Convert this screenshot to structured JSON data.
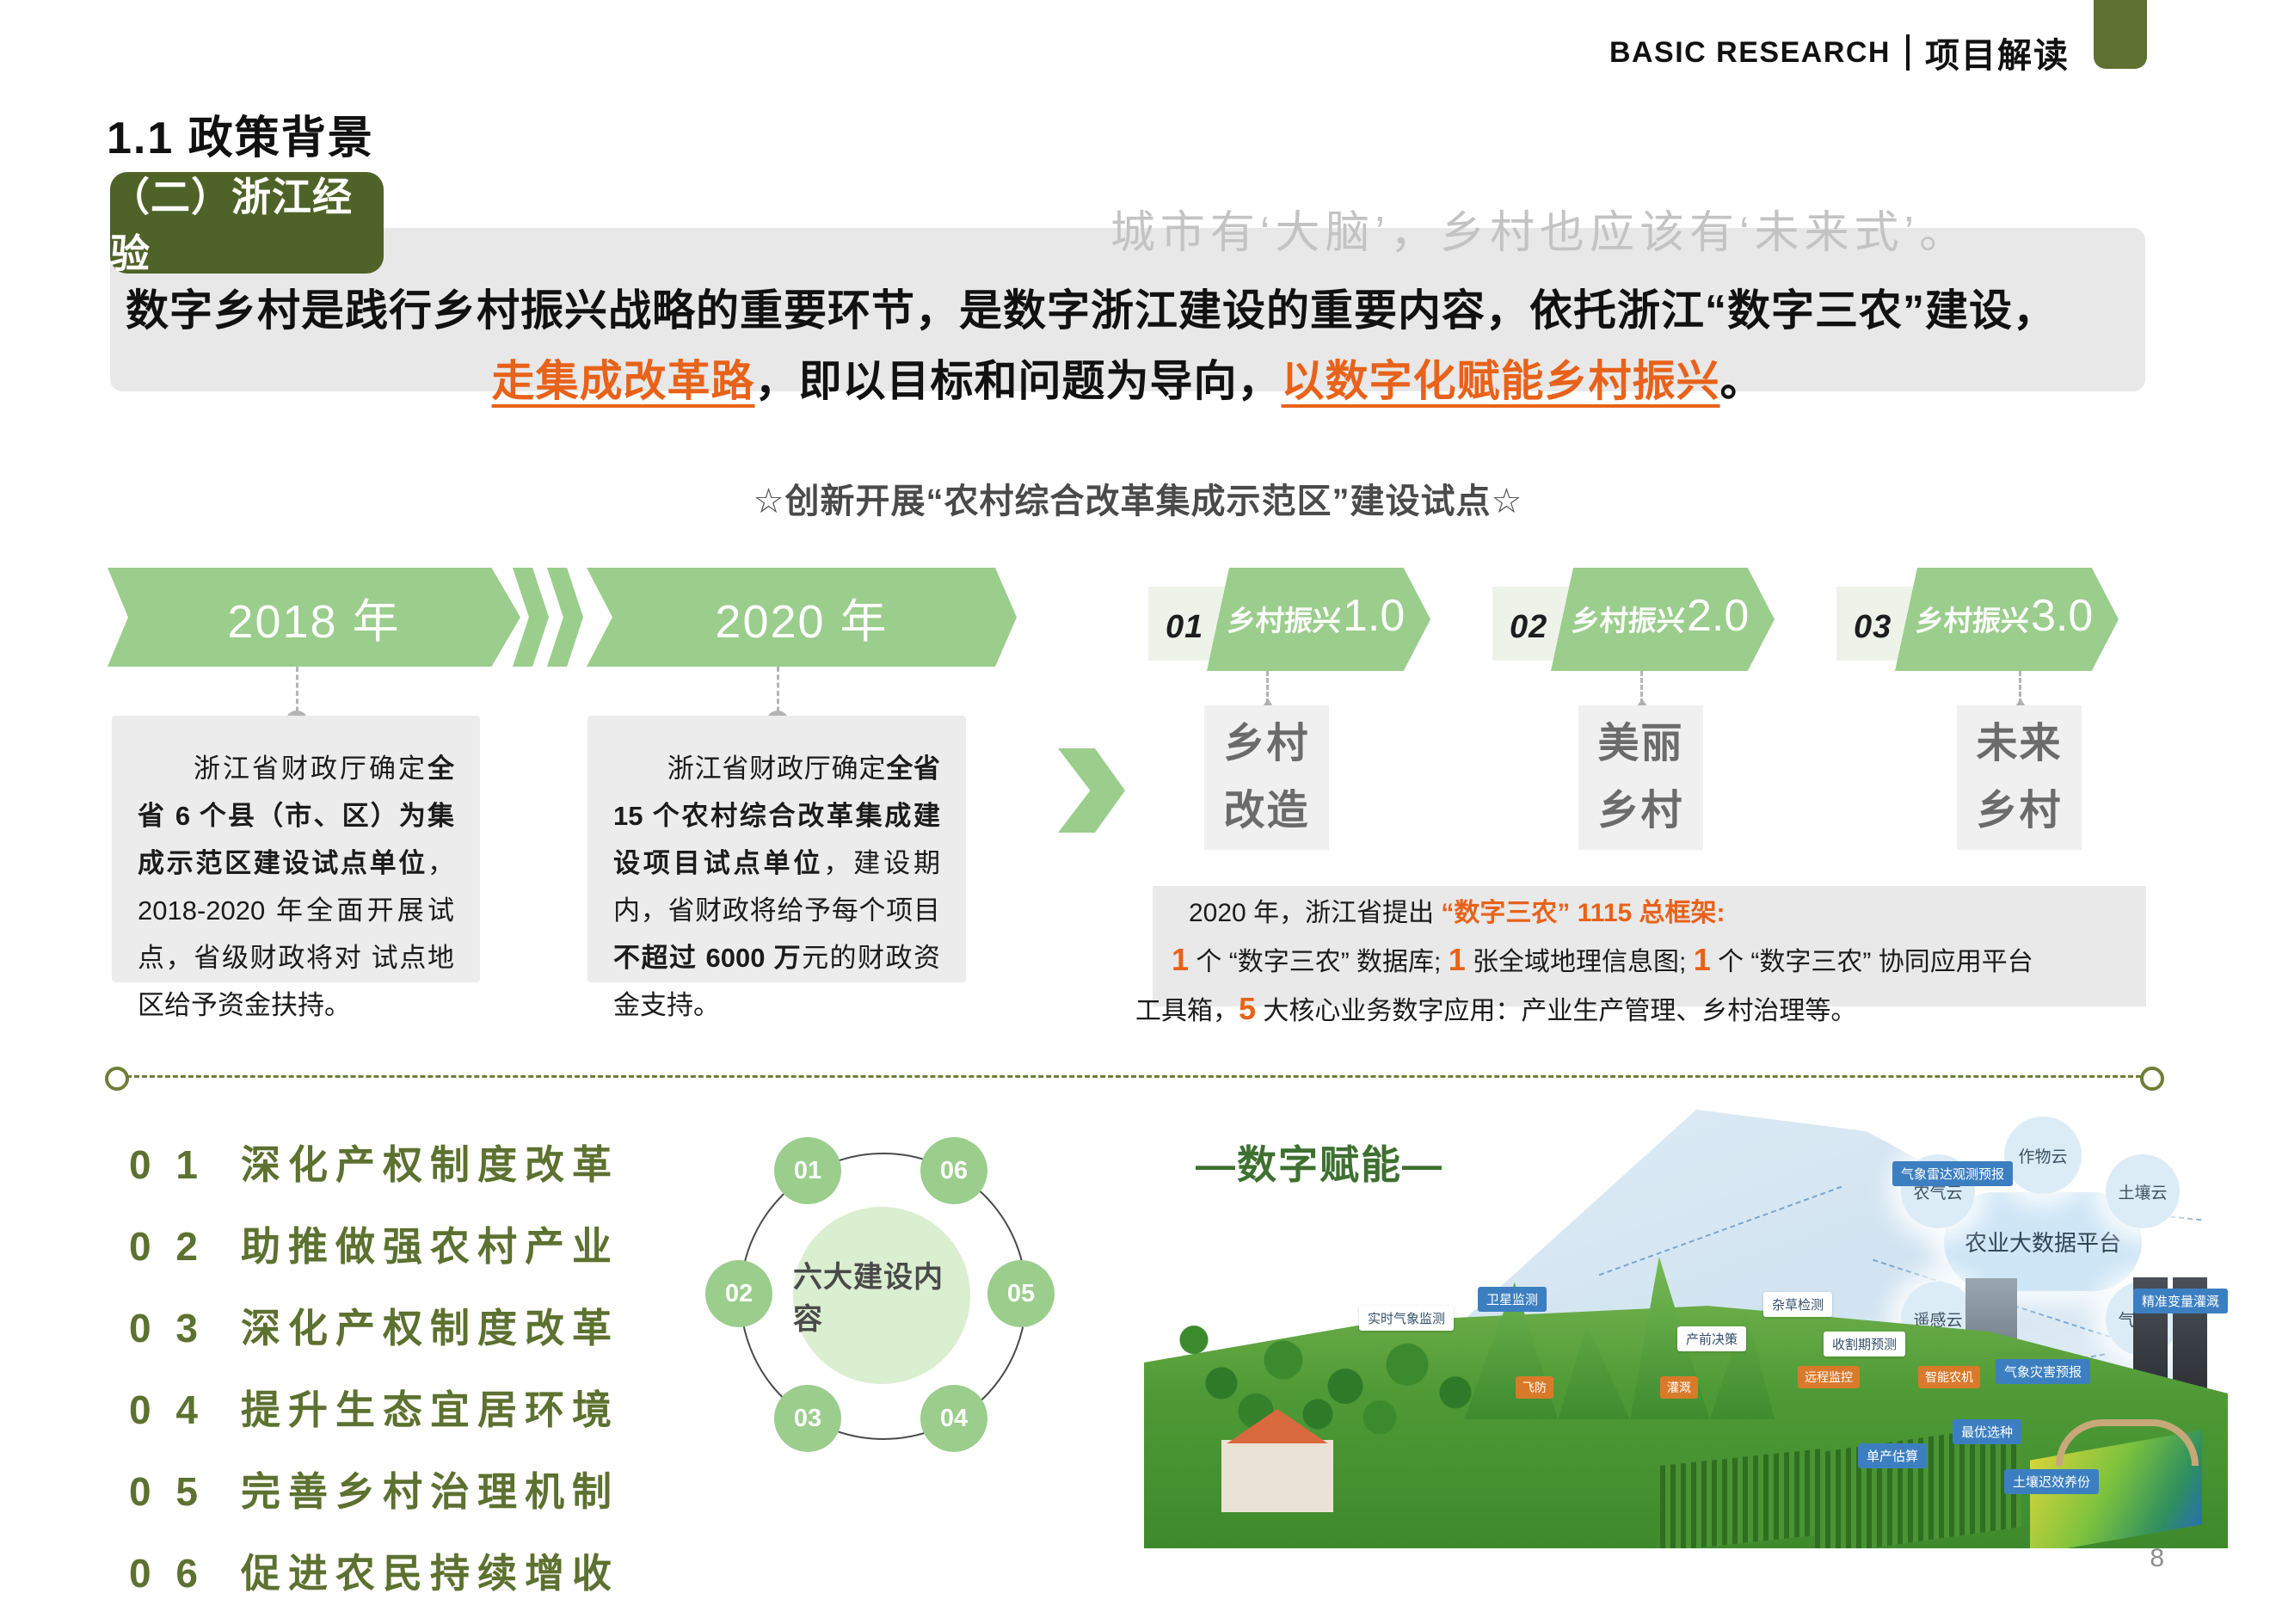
{
  "header": {
    "english": "BASIC RESEARCH",
    "chinese": "项目解读",
    "accent_color": "#5d7130"
  },
  "section": {
    "number_title": "1.1 政策背景",
    "tab_label": "（二）浙江经验"
  },
  "quote": {
    "watermark": "城市有‘大脑’，乡村也应该有‘未来式’。",
    "line1_prefix": "数字乡村是践行乡村振兴战略的重要环节，是数字浙江建设的重要内容，依托浙江“数字三农”建设，",
    "line2_emph1": "走集成改革路",
    "line2_mid": "，即以目标和问题为导向，",
    "line2_emph2": "以数字化赋能乡村振兴",
    "line2_suffix": "。",
    "emphasis_color": "#e8621a"
  },
  "sub_headline": "☆创新开展“农村综合改革集成示范区”建设试点☆",
  "timeline": {
    "years": [
      {
        "label": "2018 年"
      },
      {
        "label": "2020 年"
      }
    ],
    "info_boxes": [
      {
        "p1": "浙江省财政厅确定",
        "b1": "全省 6 个县（市、区）为集成示范区建设试点单位",
        "p2": "，2018-2020 年全面开展试点，省级财政将对 试点地区给予资金扶持。"
      },
      {
        "p1": "浙江省财政厅确定",
        "b1": "全省 15 个农村综合改革集成建设项目试点单位",
        "p2": "，建设期内，省财政将给予每个项目",
        "b2": "不超过 6000 万",
        "p3": "元的财政资金支持。"
      }
    ]
  },
  "stages": [
    {
      "num": "01",
      "cn": "乡村振兴",
      "version": "1.0",
      "label_top": "乡村",
      "label_bottom": "改造"
    },
    {
      "num": "02",
      "cn": "乡村振兴",
      "version": "2.0",
      "label_top": "美丽",
      "label_bottom": "乡村"
    },
    {
      "num": "03",
      "cn": "乡村振兴",
      "version": "3.0",
      "label_top": "未来",
      "label_bottom": "乡村"
    }
  ],
  "framework": {
    "line1_a": "2020 年，浙江省提出 ",
    "line1_b": "“数字三农” 1115 总框架:",
    "line2_n1": "1",
    "line2_a": " 个 “数字三农” 数据库; ",
    "line2_n2": "1",
    "line2_b": " 张全域地理信息图; ",
    "line2_n3": "1",
    "line2_c": " 个 “数字三农” 协同应用平台",
    "line3_a": "工具箱，",
    "line3_n": "5",
    "line3_b": " 大核心业务数字应用：产业生产管理、乡村治理等。"
  },
  "bottom_list": [
    {
      "num": "0 1",
      "label": "深化产权制度改革"
    },
    {
      "num": "0 2",
      "label": "助推做强农村产业"
    },
    {
      "num": "0 3",
      "label": "深化产权制度改革"
    },
    {
      "num": "0 4",
      "label": "提升生态宜居环境"
    },
    {
      "num": "0 5",
      "label": "完善乡村治理机制"
    },
    {
      "num": "0 6",
      "label": "促进农民持续增收"
    }
  ],
  "circle": {
    "center_label": "六大建设内容",
    "nodes": [
      "01",
      "02",
      "03",
      "04",
      "05",
      "06"
    ]
  },
  "digital": {
    "title": "—数字赋能—",
    "clouds": {
      "main": "农业大数据平台",
      "crop": "作物云",
      "agri_weather": "农气云",
      "soil": "土壤云",
      "remote": "遥感云",
      "climate": "气候云"
    },
    "tags": [
      "卫星监测",
      "实时气象监测",
      "气象雷达观测预报",
      "气象灾害预报",
      "精准变量灌溉",
      "杂草检测",
      "产前决策",
      "收割期预测",
      "最优选种",
      "单产估算",
      "土壤迟效养份",
      "飞防",
      "灌溉",
      "远程监控",
      "智能农机"
    ]
  },
  "page_number": "8",
  "colors": {
    "dark_green": "#4f6328",
    "light_green": "#9bcd8c",
    "pale_green": "#daeed0",
    "grey_panel": "#e8e8e8",
    "orange": "#e8621a",
    "list_green": "#5d7130"
  }
}
